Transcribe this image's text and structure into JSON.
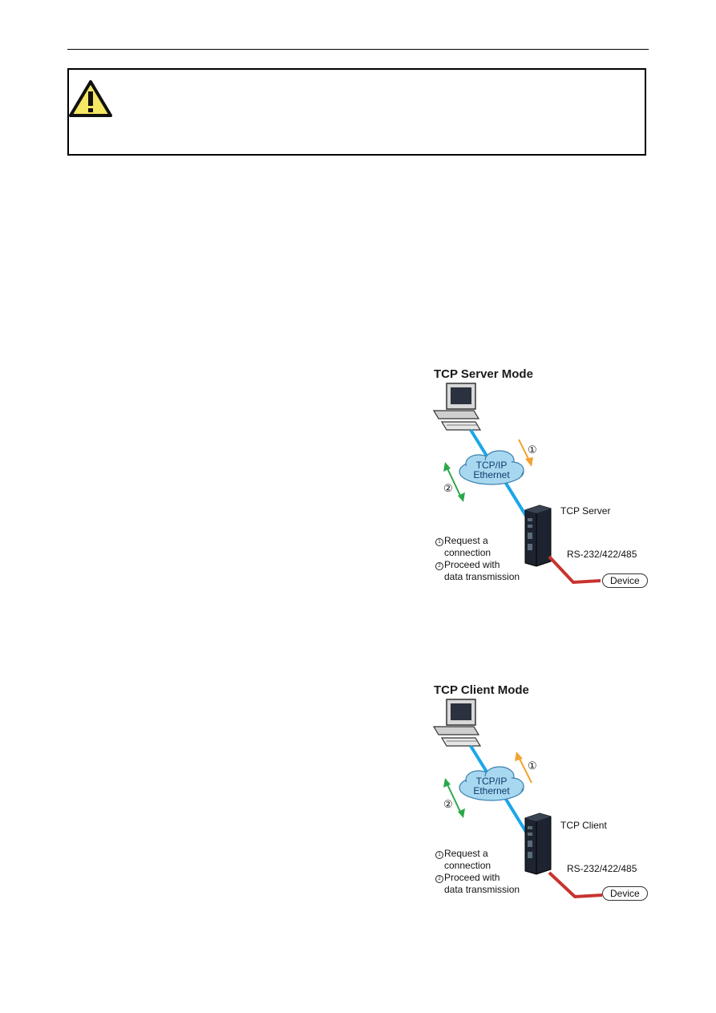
{
  "warning": {
    "icon": "warning-triangle-icon",
    "accent_color": "#f5e663"
  },
  "figures": [
    {
      "title": "TCP Server Mode",
      "cloud_line1": "TCP/IP",
      "cloud_line2": "Ethernet",
      "step1": "①",
      "step2": "②",
      "device_role": "TCP Server",
      "serial_label": "RS-232/422/485",
      "device_label": "Device",
      "legend1_mark": "1",
      "legend1_line1": "Request a",
      "legend1_line2": "connection",
      "legend2_mark": "2",
      "legend2_line1": "Proceed with",
      "legend2_line2": "data transmission",
      "request_direction": "down"
    },
    {
      "title": "TCP Client Mode",
      "cloud_line1": "TCP/IP",
      "cloud_line2": "Ethernet",
      "step1": "①",
      "step2": "②",
      "device_role": "TCP Client",
      "serial_label": "RS-232/422/485",
      "device_label": "Device",
      "legend1_mark": "1",
      "legend1_line1": "Request a",
      "legend1_line2": "connection",
      "legend2_mark": "2",
      "legend2_line1": "Proceed with",
      "legend2_line2": "data transmission",
      "request_direction": "up"
    }
  ],
  "colors": {
    "ethernet_line": "#1aa7e8",
    "serial_line": "#c8332f",
    "request_arrow": "#f4a331",
    "data_arrow": "#2aa84a",
    "cloud_fill": "#a8d8f0"
  }
}
